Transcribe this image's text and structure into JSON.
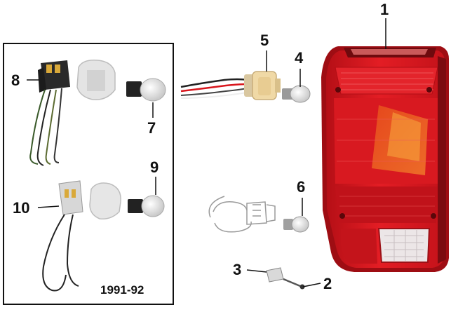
{
  "callouts": [
    {
      "id": "1",
      "label": "1"
    },
    {
      "id": "2",
      "label": "2"
    },
    {
      "id": "3",
      "label": "3"
    },
    {
      "id": "4",
      "label": "4"
    },
    {
      "id": "5",
      "label": "5"
    },
    {
      "id": "6",
      "label": "6"
    },
    {
      "id": "7",
      "label": "7"
    },
    {
      "id": "8",
      "label": "8"
    },
    {
      "id": "9",
      "label": "9"
    },
    {
      "id": "10",
      "label": "10"
    }
  ],
  "inset_caption": "1991-92",
  "colors": {
    "lens_red": "#d8151c",
    "lens_dark": "#a00c12",
    "reverse_lens": "#efe9ea",
    "inset_border": "#111111",
    "leader": "#111111"
  }
}
